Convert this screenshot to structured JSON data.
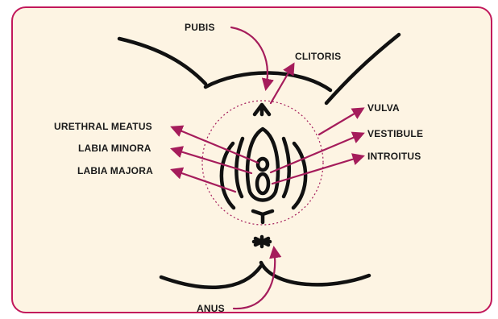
{
  "colors": {
    "accent": "#a51c5b",
    "border": "#c2185b",
    "background": "#fdf4e3",
    "ink": "#111111"
  },
  "labels": {
    "pubis": "PUBIS",
    "clitoris": "CLITORIS",
    "urethral_meatus": "URETHRAL MEATUS",
    "labia_minora": "LABIA MINORA",
    "labia_majora": "LABIA MAJORA",
    "vulva": "VULVA",
    "vestibule": "VESTIBULE",
    "introitus": "INTROITUS",
    "anus": "ANUS"
  }
}
